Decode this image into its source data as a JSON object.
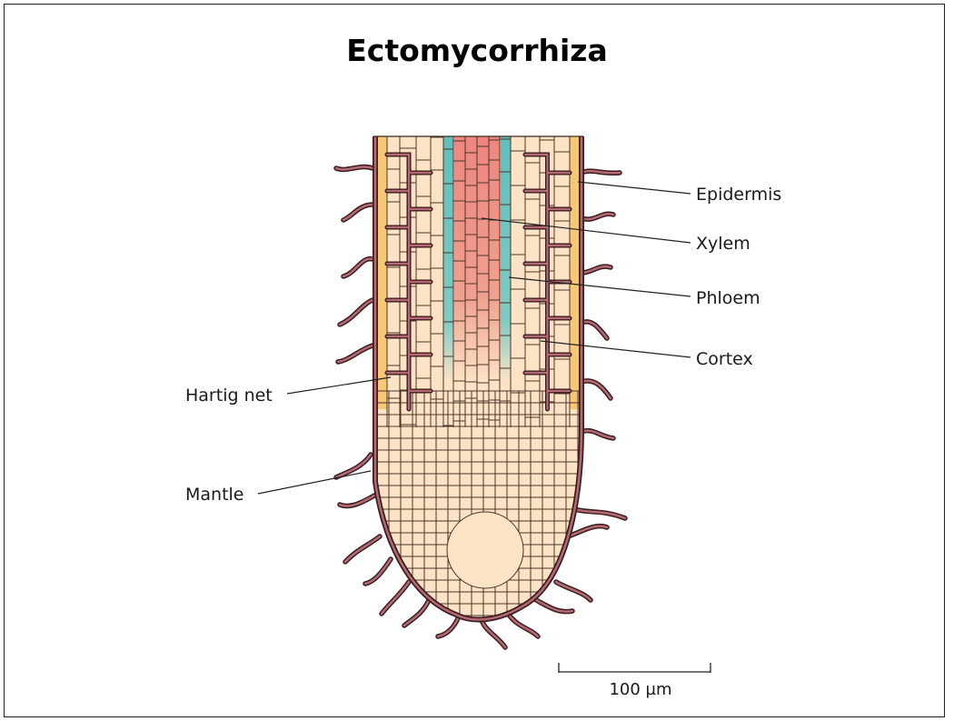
{
  "title": "Ectomycorrhiza",
  "labels": {
    "epidermis": "Epidermis",
    "xylem": "Xylem",
    "phloem": "Phloem",
    "cortex": "Cortex",
    "hartig_net": "Hartig net",
    "mantle": "Mantle"
  },
  "scale_bar": {
    "label": "100 µm"
  },
  "colors": {
    "cortex": "#fde3c6",
    "epidermis": "#f6c875",
    "xylem": "#ee8b7f",
    "phloem": "#5fbfbd",
    "hyphae": "#7d3c47",
    "cell_wall": "#3a2a22"
  }
}
